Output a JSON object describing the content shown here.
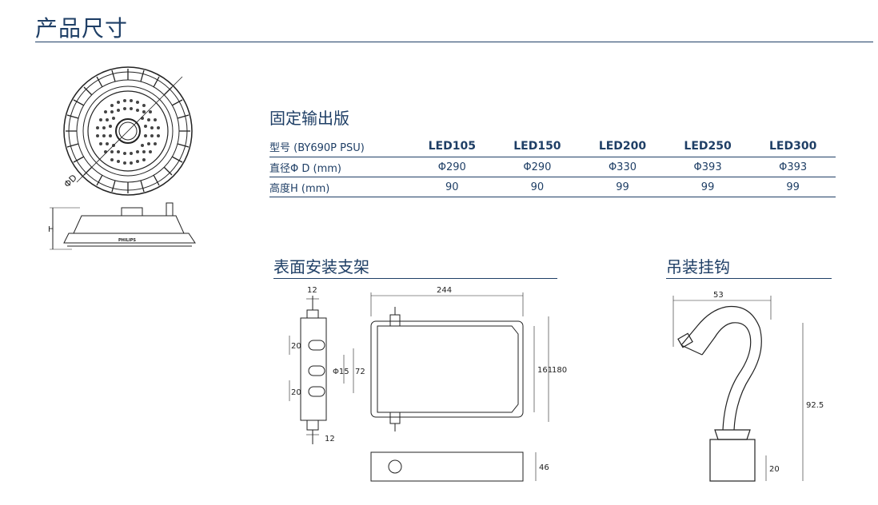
{
  "page_title": "产品尺寸",
  "fixed_section": {
    "title": "固定输出版",
    "header_label": "型号 (BY690P PSU)",
    "models": [
      "LED105",
      "LED150",
      "LED200",
      "LED250",
      "LED300"
    ],
    "rows": [
      {
        "label": "直径Φ D (mm)",
        "values": [
          "Φ290",
          "Φ290",
          "Φ330",
          "Φ393",
          "Φ393"
        ]
      },
      {
        "label": "高度H (mm)",
        "values": [
          "90",
          "90",
          "99",
          "99",
          "99"
        ]
      }
    ]
  },
  "lamp_drawing": {
    "dia_label": "ΦD",
    "height_label": "H",
    "brand": "PHILIPS"
  },
  "bracket_section": {
    "title": "表面安装支架",
    "dims": {
      "top_width": "12",
      "bottom_width": "12",
      "slot1": "20",
      "slot2": "20",
      "hole": "Φ15",
      "spacing": "72",
      "length": "244",
      "inner_height": "161",
      "outer_height": "180",
      "depth": "46"
    }
  },
  "hook_section": {
    "title": "吊装挂钩",
    "dims": {
      "width": "53",
      "height": "92.5",
      "base": "20"
    }
  }
}
